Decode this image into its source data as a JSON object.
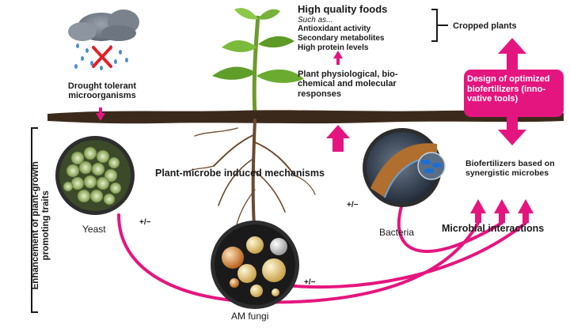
{
  "labels": {
    "drought": "Drought tolerant microorganisms",
    "foods_title": "High quality foods",
    "foods_sub": "Such as...",
    "foods_items": [
      "Antioxidant activity",
      "Secondary metabolites",
      "High protein levels"
    ],
    "cropped": "Cropped plants",
    "responses": "Plant physiological, bio-chemical and molecular responses",
    "design": "Design of optimized biofertilizers (inno-vative tools)",
    "mechanisms": "Plant-microbe induced mechanisms",
    "biofertilizers": "Biofertilizers based on synergistic microbes",
    "interactions": "Microbial interactions",
    "side": "Enhancement of plant-growth promoting traits",
    "yeast": "Yeast",
    "bacteria": "Bacteria",
    "amfungi": "AM fungi",
    "pm_yeast": "+/−",
    "pm_bacteria": "+/−",
    "pm_amf": "+/−"
  },
  "colors": {
    "accent": "#e5157f",
    "soil": "#3b2a1c",
    "text": "#1a1a1a"
  }
}
